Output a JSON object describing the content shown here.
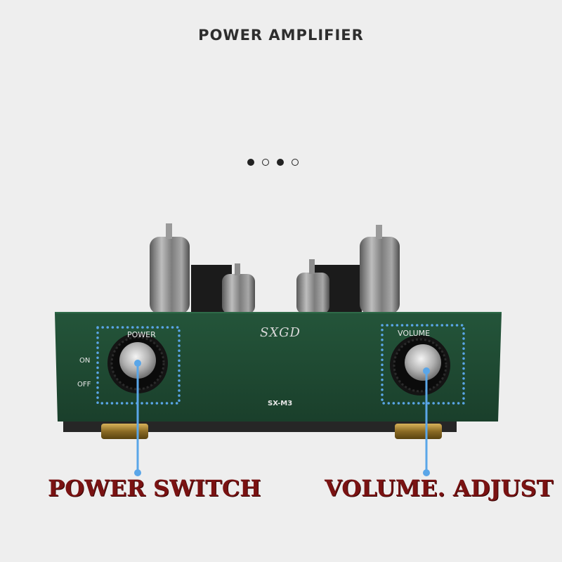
{
  "page": {
    "title": "POWER AMPLIFIER"
  },
  "carousel": {
    "dots": [
      true,
      false,
      true,
      false
    ]
  },
  "amplifier": {
    "brand": "SXGD",
    "model": "SX-M3",
    "power_label": "POWER",
    "volume_label": "VOLUME",
    "on_label": "ON",
    "off_label": "OFF"
  },
  "callouts": {
    "power": "POWER SWITCH",
    "volume": "VOLUME. ADJUST"
  },
  "colors": {
    "background": "#eeeeee",
    "chassis": "#1f4a32",
    "callout_text": "#7a1212",
    "highlight": "#5aa6e8"
  }
}
